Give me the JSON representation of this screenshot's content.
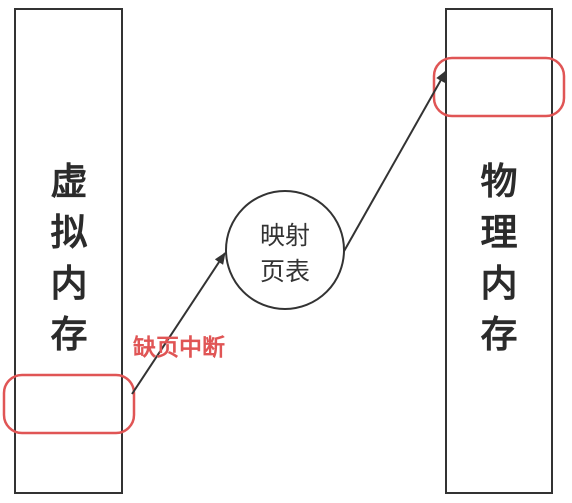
{
  "virtual_memory": {
    "label_lines": [
      "虚",
      "拟",
      "内",
      "存"
    ]
  },
  "physical_memory": {
    "label_lines": [
      "物",
      "理",
      "内",
      "存"
    ]
  },
  "page_table": {
    "label_lines": [
      "映射",
      "页表"
    ]
  },
  "page_fault": {
    "label": "缺页中断"
  },
  "colors": {
    "outline": "#333333",
    "highlight": "#e05555",
    "fault_text": "#e05555"
  }
}
